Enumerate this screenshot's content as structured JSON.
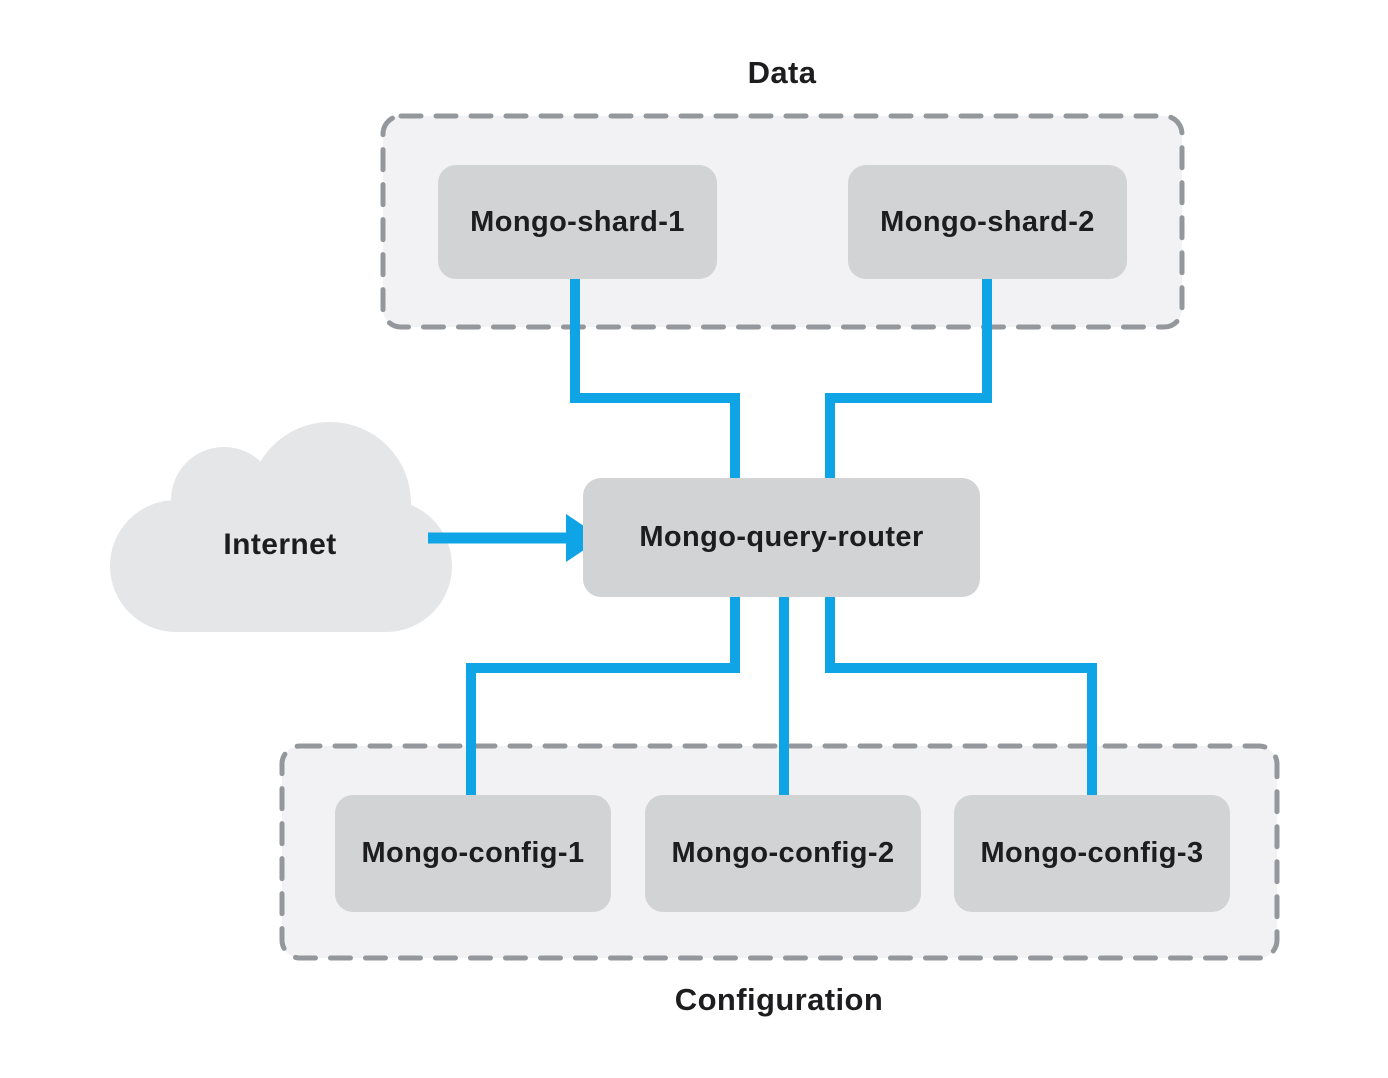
{
  "diagram": {
    "colors": {
      "connector_blue": "#0fa4e5",
      "node_fill": "#d2d3d5",
      "group_fill": "#f2f2f4",
      "group_border": "#94979b",
      "cloud_fill": "#e5e6e8",
      "text": "#1d1d1f",
      "background": "#ffffff"
    },
    "internet": {
      "label": "Internet"
    },
    "router": {
      "label": "Mongo-query-router"
    },
    "groups": {
      "data": {
        "label": "Data",
        "nodes": [
          {
            "label": "Mongo-shard-1"
          },
          {
            "label": "Mongo-shard-2"
          }
        ]
      },
      "configuration": {
        "label": "Configuration",
        "nodes": [
          {
            "label": "Mongo-config-1"
          },
          {
            "label": "Mongo-config-2"
          },
          {
            "label": "Mongo-config-3"
          }
        ]
      }
    }
  }
}
